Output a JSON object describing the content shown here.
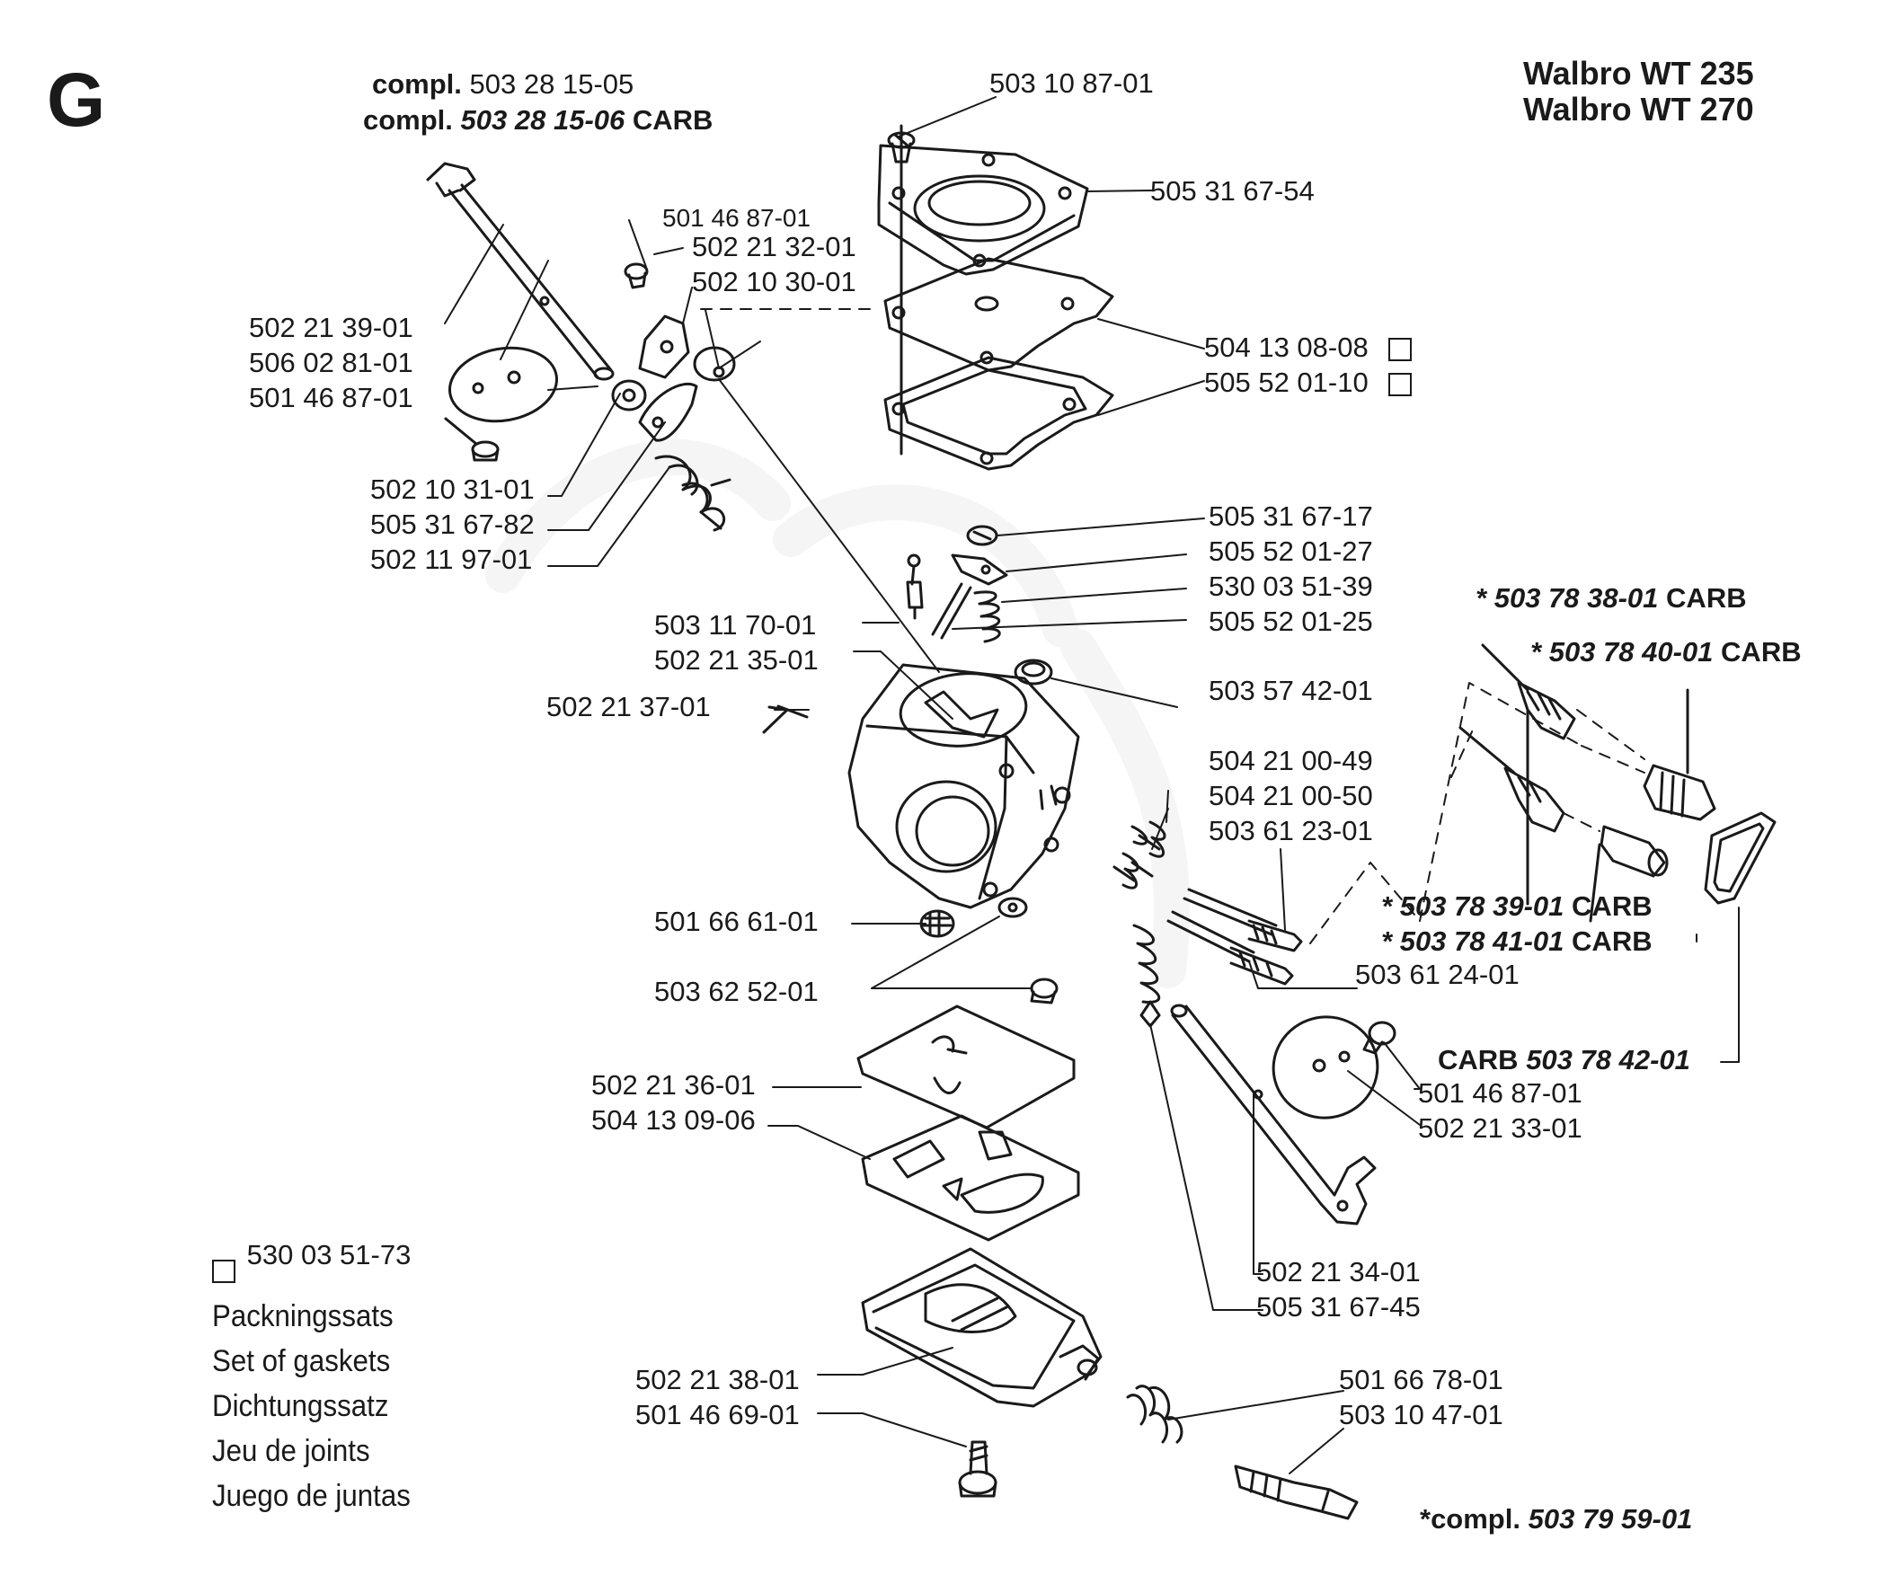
{
  "section_letter": "G",
  "models": [
    "Walbro WT 235",
    "Walbro WT 270"
  ],
  "compl_header": {
    "line1_prefix": "compl.",
    "line1_number": "503 28 15-05",
    "line2_prefix": "compl.",
    "line2_number": "503 28 15-06",
    "line2_suffix": "CARB"
  },
  "parts": {
    "p503108701": "503 10 87-01",
    "p505316754": "505 31 67-54",
    "p501468701a": "501 46 87-01",
    "p502213201": "502 21 32-01",
    "p502103001": "502 10 30-01",
    "p502213901": "502 21 39-01",
    "p506028101": "506 02 81-01",
    "p501468701b": "501 46 87-01",
    "p504130808": "504 13 08-08",
    "p505520110": "505 52 01-10",
    "p502103101": "502 10 31-01",
    "p505316782": "505 31 67-82",
    "p502119701": "502 11 97-01",
    "p505316717": "505 31 67-17",
    "p505520127": "505 52 01-27",
    "p530035139": "530 03 51-39",
    "p505520125": "505 52 01-25",
    "p503117001": "503 11 70-01",
    "p502213501": "502 21 35-01",
    "p502213701": "502 21 37-01",
    "p503574201": "503 57 42-01",
    "p504210049": "504 21 00-49",
    "p504210050": "504 21 00-50",
    "p503612301": "503 61 23-01",
    "p503612401": "503 61 24-01",
    "p501666101": "501 66 61-01",
    "p503625201": "503 62 52-01",
    "p502213601": "502 21 36-01",
    "p504130906": "504 13 09-06",
    "p501468701c": "501 46 87-01",
    "p502213301": "502 21 33-01",
    "p502213401": "502 21 34-01",
    "p505316745": "505 31 67-45",
    "p502213801": "502 21 38-01",
    "p501466901": "501 46 69-01",
    "p501667801": "501 66 78-01",
    "p503104701": "503 10 47-01"
  },
  "carb_parts": {
    "c1_prefix": "*",
    "c1_number": "503 78 38-01",
    "c1_suffix": "CARB",
    "c2_prefix": "*",
    "c2_number": "503 78 40-01",
    "c2_suffix": "CARB",
    "c3_prefix": "*",
    "c3_number": "503 78 39-01",
    "c3_suffix": "CARB",
    "c4_prefix": "*",
    "c4_number": "503 78 41-01",
    "c4_suffix": "CARB",
    "c5_prefix": "CARB",
    "c5_number": "503 78 42-01"
  },
  "footer_compl": {
    "prefix": "*compl.",
    "number": "503 79 59-01"
  },
  "legend": {
    "kit_number": "530 03 51-73",
    "lines": [
      "Packningssats",
      "Set of gaskets",
      "Dichtungssatz",
      "Jeu de joints",
      "Juego de juntas"
    ]
  }
}
